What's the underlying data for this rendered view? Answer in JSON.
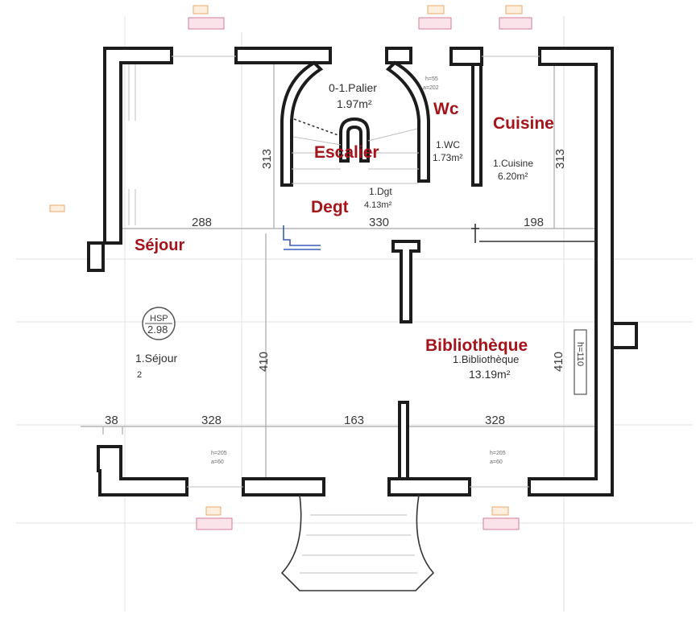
{
  "rooms": {
    "sejour": {
      "label": "Séjour",
      "name": "1.Séjour",
      "area": "2"
    },
    "escalier": {
      "label": "Escalier"
    },
    "palier": {
      "name": "0-1.Palier",
      "area": "1.97m²"
    },
    "degt": {
      "label": "Degt",
      "name": "1.Dgt",
      "area": "4.13m²"
    },
    "wc": {
      "label": "Wc",
      "name": "1.WC",
      "area": "1.73m²",
      "dims": [
        "h=55",
        "a=202"
      ]
    },
    "cuisine": {
      "label": "Cuisine",
      "name": "1.Cuisine",
      "area": "6.20m²"
    },
    "bibliotheque": {
      "label": "Bibliothèque",
      "name": "1.Bibliothèque",
      "area": "13.19m²"
    }
  },
  "dimensions": {
    "top_288": "288",
    "top_330": "330",
    "top_198": "198",
    "bottom_38": "38",
    "bottom_328_left": "328",
    "bottom_163": "163",
    "bottom_328_right": "328",
    "v_313_left": "313",
    "v_313_right": "313",
    "v_410_mid": "410",
    "v_410_right": "410"
  },
  "hsp": {
    "label": "HSP",
    "value": "2.98"
  },
  "chimney": {
    "label": "h=110"
  },
  "windows_bottom": {
    "left": {
      "h": "h=205",
      "a": "a=60"
    },
    "right": {
      "h": "h=205",
      "a": "a=60"
    }
  },
  "colors": {
    "wall_stroke": "#1c1c1c",
    "room_label": "#a5141b",
    "tag_fill": "#fbe3ea",
    "tag_stroke": "#d4789a"
  }
}
